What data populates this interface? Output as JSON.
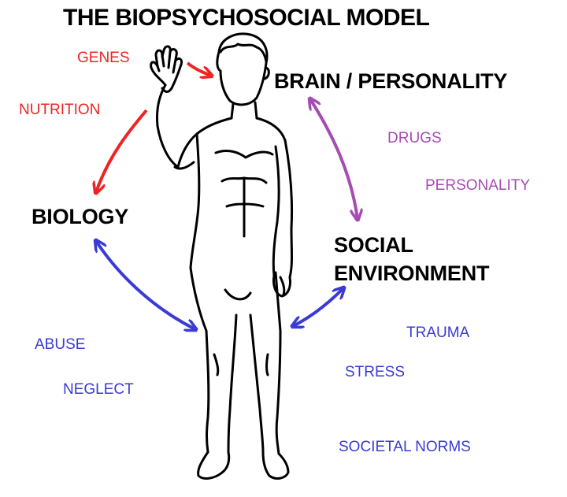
{
  "title": "THE BIOPSYCHOSOCIAL MODEL",
  "nodes": {
    "brain": "BRAIN / PERSONALITY",
    "biology": "BIOLOGY",
    "social_line1": "SOCIAL",
    "social_line2": "ENVIRONMENT"
  },
  "factors": {
    "genes": "GENES",
    "nutrition": "NUTRITION",
    "drugs": "DRUGS",
    "personality": "PERSONALITY",
    "abuse": "ABUSE",
    "neglect": "NEGLECT",
    "trauma": "TRAUMA",
    "stress": "STRESS",
    "societal_norms": "SOCIETAL NORMS"
  },
  "colors": {
    "red": "#ee2424",
    "purple": "#a64bb3",
    "blue": "#3a3ad6",
    "figure": "#000000"
  },
  "icons": {
    "figure": "standing-human-figure-outline"
  }
}
